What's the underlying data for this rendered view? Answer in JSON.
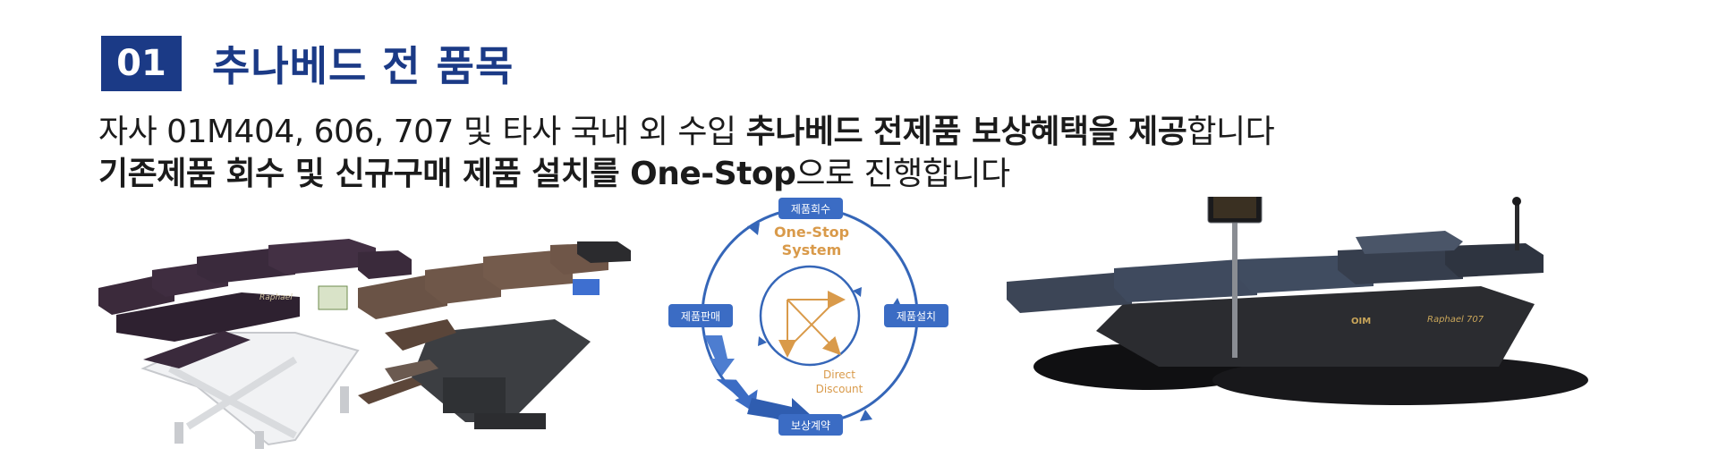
{
  "header": {
    "number": "01",
    "title": "추나베드 전 품목"
  },
  "description": {
    "line1_normal_a": "자사 01M404, 606, 707 및 타사 국내 외 수입 ",
    "line1_bold": "추나베드 전제품 보상혜택을 제공",
    "line1_normal_b": "합니다",
    "line2_bold": "기존제품 회수 및 신규구매 제품 설치를 One-Stop",
    "line2_normal": "으로 진행합니다"
  },
  "cycle": {
    "top_label": "제품회수",
    "right_label": "제품설치",
    "bottom_label": "보상계약",
    "left_label": "제품판매",
    "center_line1": "One-Stop",
    "center_line2": "System",
    "discount_line1": "Direct",
    "discount_line2": "Discount"
  },
  "product_labels": {
    "brand_left": "Raphael",
    "brand_right": "Raphael 707",
    "logo_right": "OIM"
  },
  "colors": {
    "primary_blue": "#1b3a86",
    "cycle_blue": "#3566b8",
    "accent_orange": "#d99a4a"
  }
}
